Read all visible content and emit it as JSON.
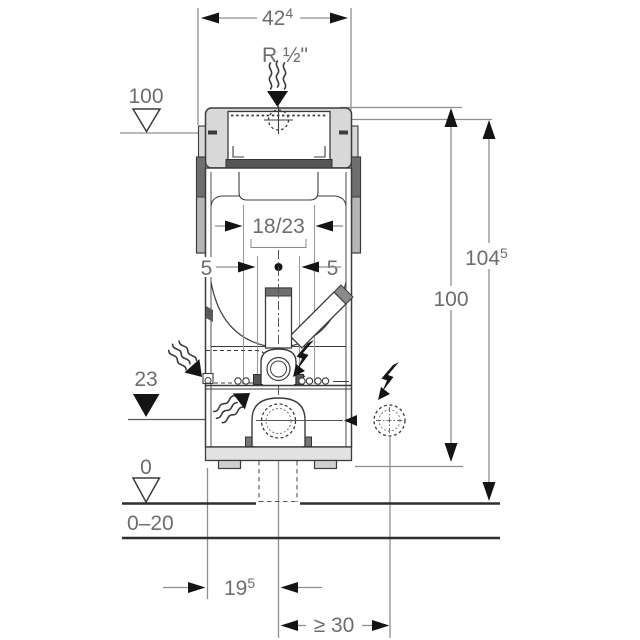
{
  "labels": {
    "width_top": {
      "value": "42",
      "sup": "4"
    },
    "supply_thread": "R ½\"",
    "level_top": "100",
    "plate_depth": "18/23",
    "offset_left": "5",
    "offset_right": "5",
    "height_overall": {
      "value": "104",
      "sup": "5"
    },
    "height_frame": "100",
    "level_outlet": "23",
    "level_zero": "0",
    "floor_buildup": "0–20",
    "outlet_setback": {
      "value": "19",
      "sup": "5"
    },
    "clearance_min": "≥ 30"
  },
  "colors": {
    "outline": "#3c3c3c",
    "dim_line": "#8f8f8f",
    "dim_text": "#6d6d6d",
    "arrow": "#141414",
    "fill_light": "#d8d8d8",
    "fill_dark": "#565656",
    "background": "#ffffff"
  },
  "symbols": [
    "water-flow-arrow-supply-top",
    "water-flow-arrow-supply-left",
    "water-flow-arrow-flush",
    "crosshair-connection",
    "lightning-inside-tank",
    "lightning-external-socket",
    "electrical-socket-dashed-circle",
    "drain-bend-dashed-circle",
    "finished-floor-line",
    "raw-floor-line"
  ]
}
